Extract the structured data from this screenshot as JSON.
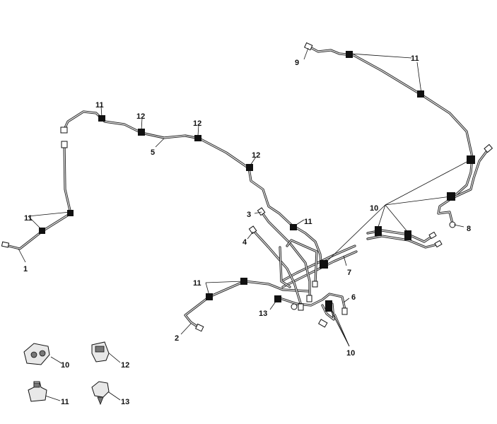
{
  "callouts": {
    "c1": "1",
    "c2": "2",
    "c3": "3",
    "c4": "4",
    "c5": "5",
    "c6": "6",
    "c7": "7",
    "c8": "8",
    "c9": "9",
    "c10a": "10",
    "c10b": "10",
    "c10legend": "10",
    "c11a": "11",
    "c11b": "11",
    "c11c": "11",
    "c11d": "11",
    "c11e": "11",
    "c11legend": "11",
    "c12a": "12",
    "c12b": "12",
    "c12c": "12",
    "c12legend": "12",
    "c13a": "13",
    "c13legend": "13"
  }
}
